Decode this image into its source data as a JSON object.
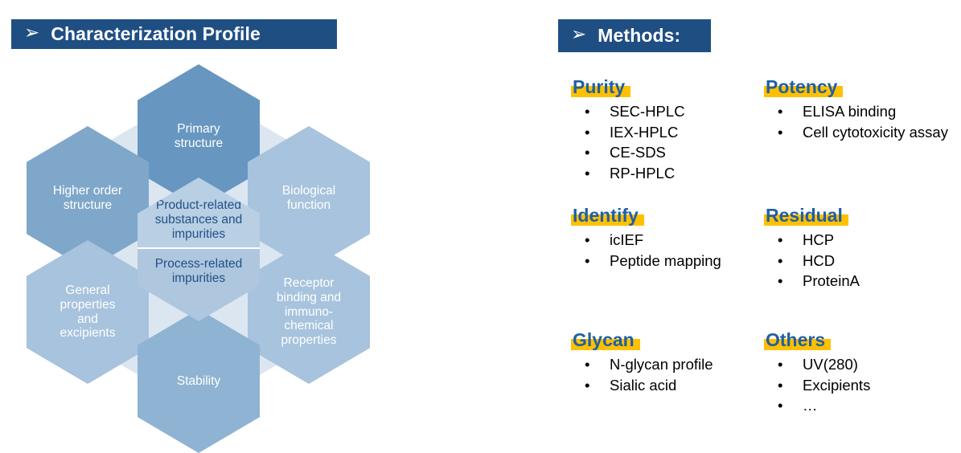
{
  "panels": {
    "left": {
      "title": "Characterization Profile",
      "arrow_icon": "➢"
    },
    "right": {
      "title": "Methods:",
      "arrow_icon": "➢"
    }
  },
  "colors": {
    "title_bar": "#1F4E83",
    "heading_text": "#1F5FA5",
    "highlight": "#FFC000",
    "hex_dark": "#6796C0",
    "hex_medium": "#7FA7CA",
    "hex_light": "#A7C3DD",
    "hex_center_top": "#B9CFE3",
    "hex_center_bottom": "#AEC6DE",
    "hex_filler": "#DCE6F1",
    "center_text": "#1F5188"
  },
  "hexagons": {
    "outer": [
      {
        "id": "primary-structure",
        "label": "Primary\nstructure",
        "color": "#6796C0"
      },
      {
        "id": "higher-order-structure",
        "label": "Higher order\nstructure",
        "color": "#7FA7CA"
      },
      {
        "id": "biological-function",
        "label": "Biological\nfunction",
        "color": "#A7C3DD"
      },
      {
        "id": "general-properties",
        "label": "General\nproperties\nand\nexcipients",
        "color": "#A7C3DD"
      },
      {
        "id": "receptor-binding",
        "label": "Receptor\nbinding and\nimmuno-\nchemical\nproperties",
        "color": "#A7C3DD"
      },
      {
        "id": "stability",
        "label": "Stability",
        "color": "#8FB3D2"
      }
    ],
    "center": {
      "top_label": "Product-related\nsubstances and\nimpurities",
      "bottom_label": "Process-related\nimpurities"
    }
  },
  "methods": {
    "bullet": "•",
    "blocks": [
      {
        "id": "purity",
        "heading": "Purity",
        "items": [
          "SEC-HPLC",
          "IEX-HPLC",
          "CE-SDS",
          "RP-HPLC"
        ]
      },
      {
        "id": "potency",
        "heading": "Potency",
        "items": [
          "ELISA binding",
          "Cell cytotoxicity assay"
        ]
      },
      {
        "id": "identify",
        "heading": "Identify",
        "items": [
          "icIEF",
          "Peptide mapping"
        ]
      },
      {
        "id": "residual",
        "heading": "Residual",
        "items": [
          "HCP",
          "HCD",
          "ProteinA"
        ]
      },
      {
        "id": "glycan",
        "heading": "Glycan",
        "items": [
          "N-glycan profile",
          "Sialic acid"
        ]
      },
      {
        "id": "others",
        "heading": "Others",
        "items": [
          "UV(280)",
          "Excipients",
          "…"
        ]
      }
    ]
  }
}
